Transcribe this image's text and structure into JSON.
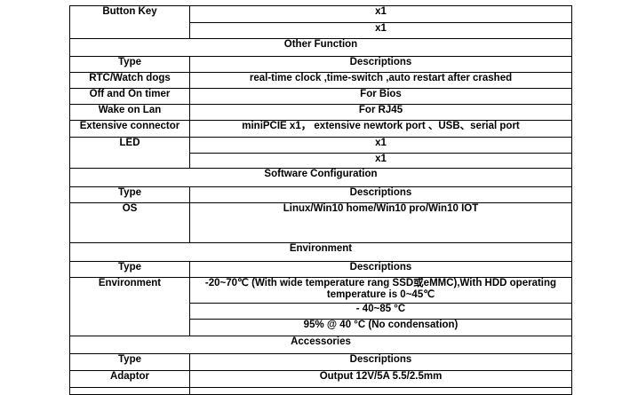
{
  "rows": {
    "button_key": {
      "label": "Button Key",
      "values": [
        "x1",
        "x1"
      ]
    },
    "other_function": {
      "title": "Other Function",
      "header": {
        "type": "Type",
        "desc": "Descriptions"
      },
      "rtc": {
        "label": "RTC/Watch dogs",
        "value": "real-time clock ,time-switch ,auto restart after crashed"
      },
      "timer": {
        "label": "Off and On timer",
        "value": "For Bios"
      },
      "wol": {
        "label": "Wake on Lan",
        "value": "For RJ45"
      },
      "ext": {
        "label": "Extensive connector",
        "value": "miniPCIE x1， extensive newtork port 、USB、serial port"
      },
      "led": {
        "label": "LED",
        "values": [
          "x1",
          "x1"
        ]
      }
    },
    "software": {
      "title": "Software Configuration",
      "header": {
        "type": "Type",
        "desc": "Descriptions"
      },
      "os": {
        "label": "OS",
        "value": "Linux/Win10 home/Win10 pro/Win10 IOT"
      }
    },
    "environment": {
      "title": "Environment",
      "header": {
        "type": "Type",
        "desc": "Descriptions"
      },
      "env": {
        "label": "Environment",
        "values": [
          "-20~70℃ (With wide temperature rang SSD或eMMC),With HDD operating temperature is 0~45℃",
          "- 40~85 °C",
          "95% @ 40 °C (No condensation)"
        ]
      }
    },
    "accessories": {
      "title": "Accessories",
      "header": {
        "type": "Type",
        "desc": "Descriptions"
      },
      "adaptor": {
        "label": "Adaptor",
        "value": "Output 12V/5A 5.5/2.5mm"
      }
    }
  }
}
